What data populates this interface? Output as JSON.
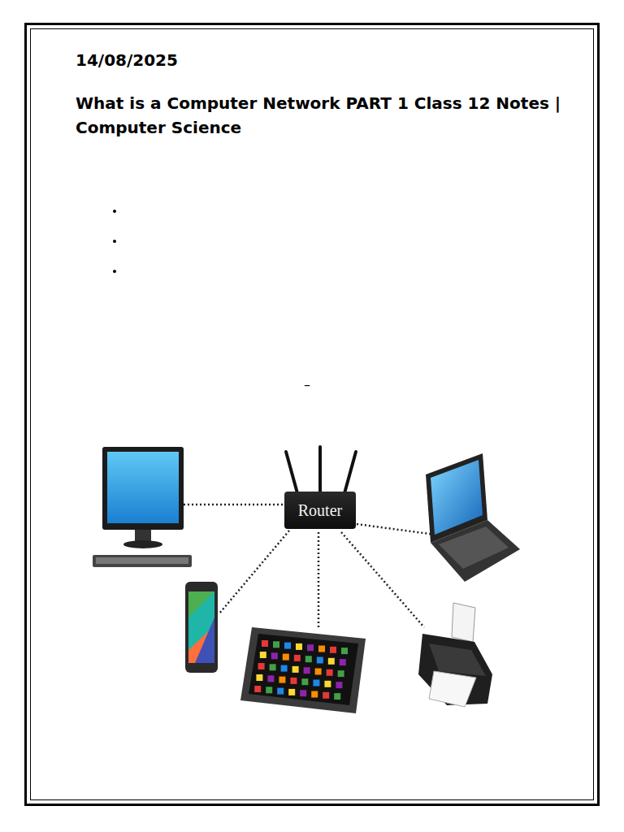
{
  "diagram": {
    "title": "What is a Computer Network PART 1 Class 12 Notes | Computer Science",
    "nodes": [
      {
        "text": [
          "Router"
        ]
      }
    ],
    "labels": [
      "14/08/2025",
      "–"
    ]
  }
}
